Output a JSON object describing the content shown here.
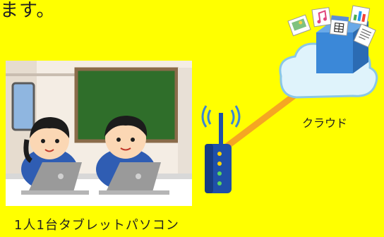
{
  "intro_fragment": "ます。",
  "labels": {
    "cloud": "クラウド",
    "tablet": "1人1台タブレットパソコン"
  },
  "colors": {
    "background": "#ffff00",
    "link_line": "#f5a623",
    "router_body": "#1f4fa8",
    "cloud_fill": "#dff3fb",
    "classroom_wall": "#f4ede4",
    "blackboard": "#2f6e2a"
  },
  "icons": [
    "wifi-router-icon",
    "cloud-storage-icon",
    "music-note-icon",
    "calendar-icon",
    "bar-chart-icon",
    "document-icon",
    "photo-icon",
    "student-icon",
    "laptop-icon"
  ]
}
